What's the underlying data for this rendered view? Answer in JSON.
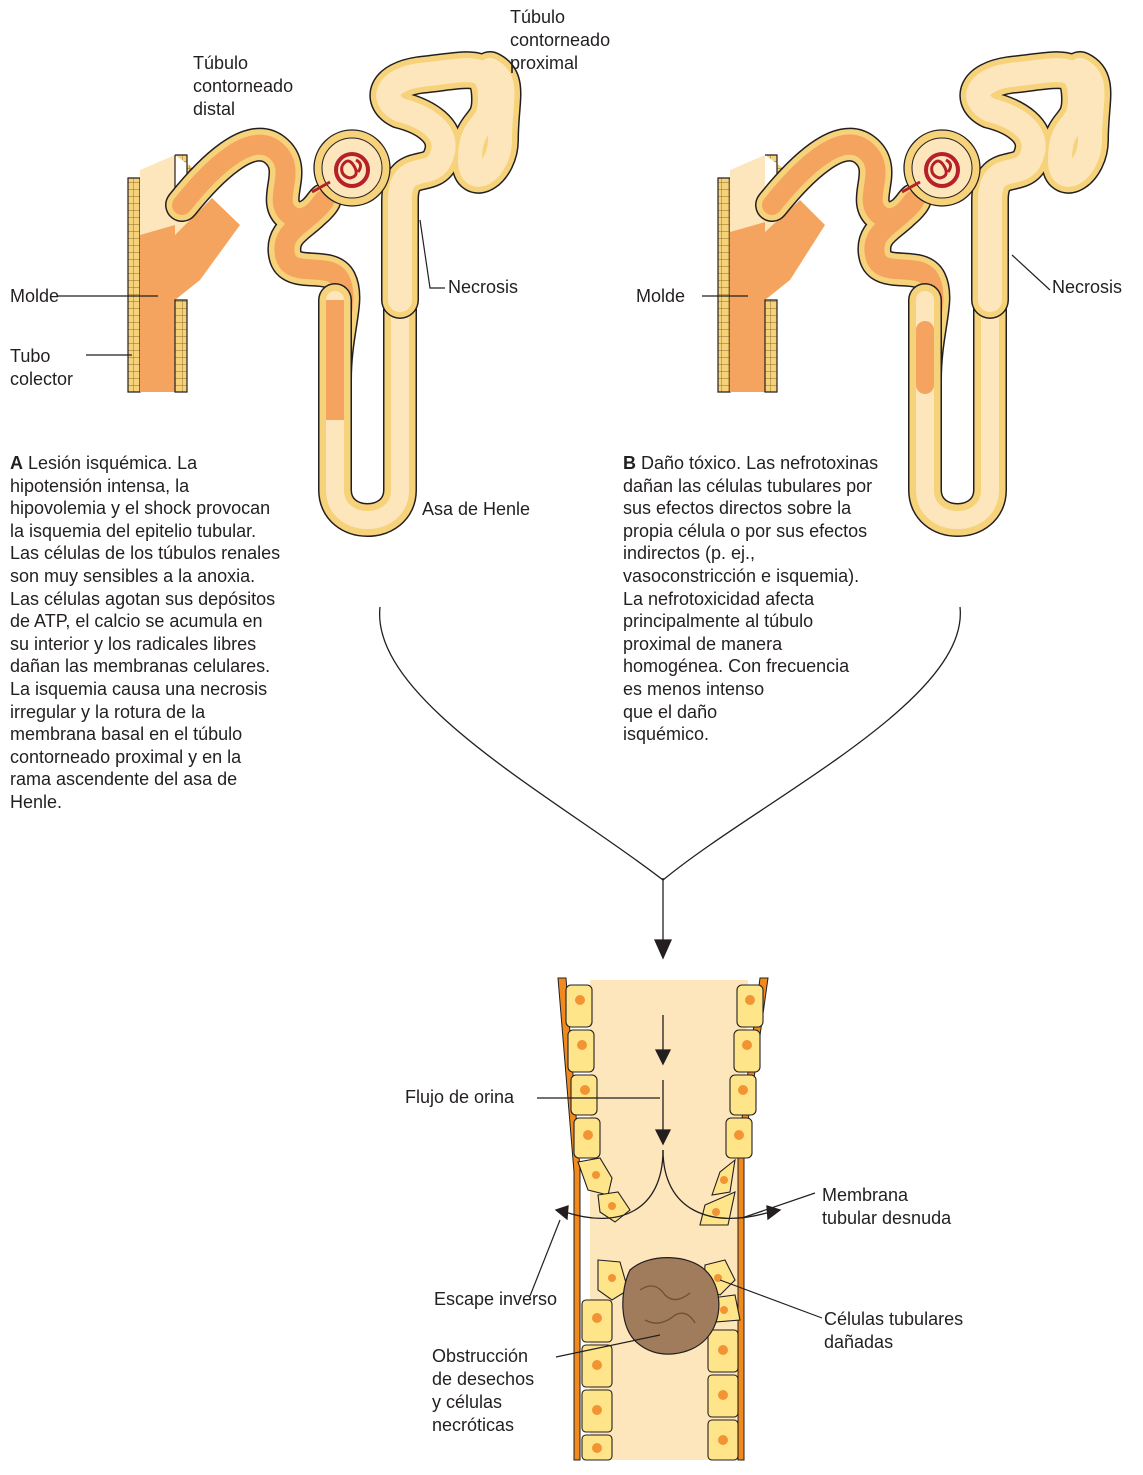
{
  "colors": {
    "cast": "#f5a45f",
    "tubule_fill": "#fde6bc",
    "tubule_wall": "#f6d37a",
    "outline": "#231f20",
    "glomerulus": "#b5202a",
    "orange_membrane": "#f08a1c",
    "cell_fill": "#ffe58a",
    "nucleus": "#f39434",
    "debris": "#a07c5c"
  },
  "panel_a": {
    "labels": {
      "dct": [
        "Túbulo",
        "contorneado",
        "distal"
      ],
      "pct": [
        "Túbulo",
        "contorneado",
        "proximal"
      ],
      "cast": "Molde",
      "collecting": [
        "Tubo",
        "colector"
      ],
      "necrosis": "Necrosis",
      "loop": "Asa de Henle"
    },
    "caption_letter": "A",
    "caption_lines": [
      "Lesión isquémica. La",
      "hipotensión intensa, la",
      "hipovolemia y el shock provocan",
      "la isquemia del epitelio tubular.",
      "Las células de los túbulos renales",
      "son muy sensibles a la anoxia.",
      "Las células agotan sus depósitos",
      "de ATP, el calcio se acumula en",
      "su interior y los radicales libres",
      "dañan las membranas celulares.",
      "La isquemia causa una necrosis",
      "irregular y la rotura de la",
      "membrana basal en el túbulo",
      "contorneado proximal y en la",
      "rama ascendente del asa de",
      "Henle."
    ]
  },
  "panel_b": {
    "labels": {
      "cast": "Molde",
      "necrosis": "Necrosis"
    },
    "caption_letter": "B",
    "caption_lines": [
      "Daño tóxico. Las nefrotoxinas",
      "dañan las células tubulares por",
      "sus efectos directos sobre la",
      "propia célula o por sus efectos",
      "indirectos (p. ej.,",
      "vasoconstricción e isquemia).",
      "La nefrotoxicidad afecta",
      "principalmente al túbulo",
      "proximal de manera",
      "homogénea. Con frecuencia",
      "es menos intenso",
      "que el daño",
      "isquémico."
    ]
  },
  "panel_c": {
    "labels": {
      "flow": "Flujo de orina",
      "membrane": [
        "Membrana",
        "tubular desnuda"
      ],
      "backleak": "Escape inverso",
      "damaged": [
        "Células tubulares",
        "dañadas"
      ],
      "obstruction": [
        "Obstrucción",
        "de desechos",
        "y células",
        "necróticas"
      ]
    }
  }
}
